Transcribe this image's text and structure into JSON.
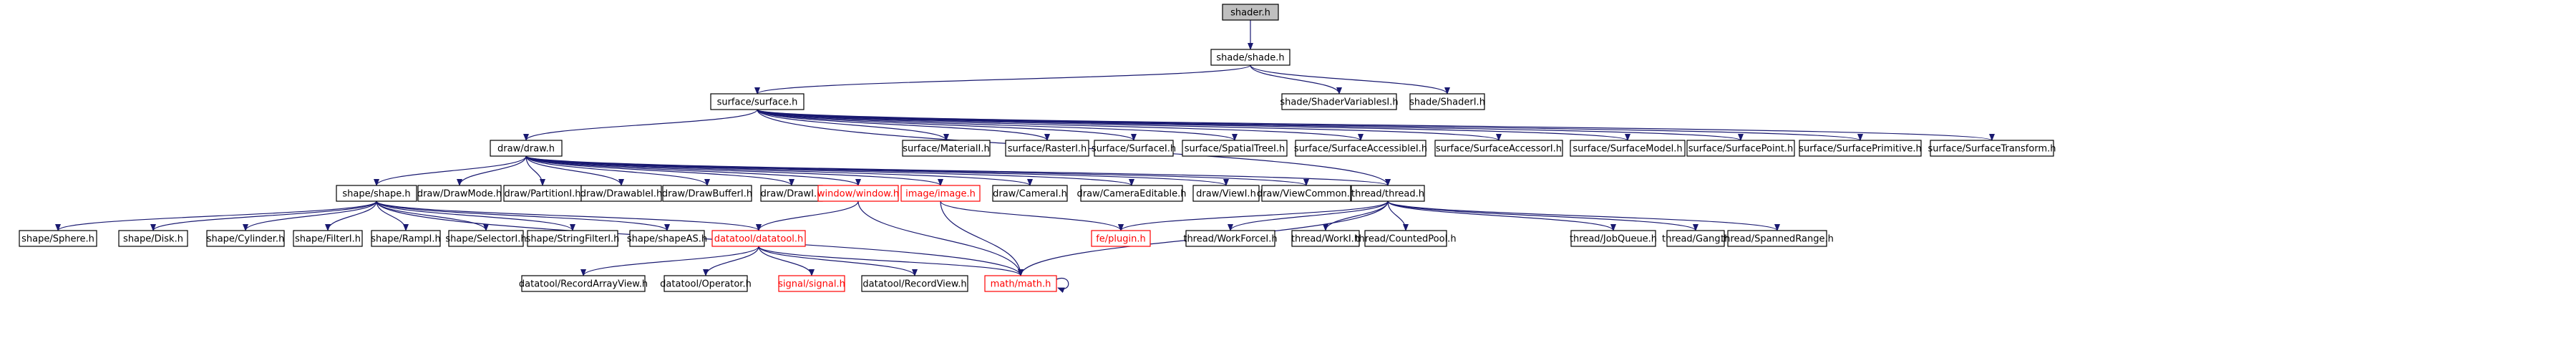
{
  "diagram": {
    "colors": {
      "edge": "#191970",
      "box_stroke": "#000000",
      "box_fill": "#ffffff",
      "root_fill": "#bfbfbf",
      "red_text": "#ff0000",
      "red_stroke": "#ff0000"
    },
    "nodes": [
      {
        "id": "n1",
        "label": "shader.h",
        "style": "root"
      },
      {
        "id": "n2",
        "label": "shade/shade.h"
      },
      {
        "id": "n3",
        "label": "shade/ShaderVariablesI.h"
      },
      {
        "id": "n4",
        "label": "shade/ShaderI.h"
      },
      {
        "id": "n5",
        "label": "surface/surface.h"
      },
      {
        "id": "n6",
        "label": "draw/draw.h"
      },
      {
        "id": "n7",
        "label": "surface/MaterialI.h"
      },
      {
        "id": "n8",
        "label": "surface/RasterI.h"
      },
      {
        "id": "n9",
        "label": "surface/SurfaceI.h"
      },
      {
        "id": "n10",
        "label": "surface/SpatialTreeI.h"
      },
      {
        "id": "n11",
        "label": "surface/SurfaceAccessibleI.h"
      },
      {
        "id": "n12",
        "label": "surface/SurfaceAccessorI.h"
      },
      {
        "id": "n13",
        "label": "surface/SurfaceModel.h"
      },
      {
        "id": "n14",
        "label": "surface/SurfacePoint.h"
      },
      {
        "id": "n15",
        "label": "surface/SurfacePrimitive.h"
      },
      {
        "id": "n16",
        "label": "surface/SurfaceTransform.h"
      },
      {
        "id": "n17",
        "label": "shape/shape.h"
      },
      {
        "id": "n18",
        "label": "draw/DrawMode.h"
      },
      {
        "id": "n19",
        "label": "draw/PartitionI.h"
      },
      {
        "id": "n20",
        "label": "draw/DrawableI.h"
      },
      {
        "id": "n21",
        "label": "draw/DrawBufferI.h"
      },
      {
        "id": "n22",
        "label": "draw/DrawI.h"
      },
      {
        "id": "n23",
        "label": "window/window.h",
        "style": "red"
      },
      {
        "id": "n24",
        "label": "image/image.h",
        "style": "red"
      },
      {
        "id": "n25",
        "label": "draw/CameraI.h"
      },
      {
        "id": "n26",
        "label": "draw/CameraEditable.h"
      },
      {
        "id": "n27",
        "label": "draw/ViewI.h"
      },
      {
        "id": "n28",
        "label": "draw/ViewCommon.h"
      },
      {
        "id": "n29",
        "label": "thread/thread.h"
      },
      {
        "id": "n30",
        "label": "shape/Sphere.h"
      },
      {
        "id": "n31",
        "label": "shape/Disk.h"
      },
      {
        "id": "n32",
        "label": "shape/Cylinder.h"
      },
      {
        "id": "n33",
        "label": "shape/FilterI.h"
      },
      {
        "id": "n34",
        "label": "shape/RampI.h"
      },
      {
        "id": "n35",
        "label": "shape/SelectorI.h"
      },
      {
        "id": "n36",
        "label": "shape/StringFilterI.h"
      },
      {
        "id": "n37",
        "label": "shape/shapeAS.h"
      },
      {
        "id": "n38",
        "label": "datatool/datatool.h",
        "style": "red"
      },
      {
        "id": "n39",
        "label": "fe/plugin.h",
        "style": "red"
      },
      {
        "id": "n40",
        "label": "thread/WorkForceI.h"
      },
      {
        "id": "n41",
        "label": "thread/WorkI.h"
      },
      {
        "id": "n42",
        "label": "thread/CountedPool.h"
      },
      {
        "id": "n43",
        "label": "thread/JobQueue.h"
      },
      {
        "id": "n44",
        "label": "thread/Gang.h"
      },
      {
        "id": "n45",
        "label": "thread/SpannedRange.h"
      },
      {
        "id": "n46",
        "label": "datatool/RecordArrayView.h"
      },
      {
        "id": "n47",
        "label": "datatool/Operator.h"
      },
      {
        "id": "n48",
        "label": "signal/signal.h",
        "style": "red"
      },
      {
        "id": "n49",
        "label": "datatool/RecordView.h"
      },
      {
        "id": "n50",
        "label": "math/math.h",
        "style": "red"
      }
    ],
    "edges": [
      [
        "n1",
        "n2"
      ],
      [
        "n2",
        "n5"
      ],
      [
        "n2",
        "n3"
      ],
      [
        "n2",
        "n4"
      ],
      [
        "n5",
        "n6"
      ],
      [
        "n5",
        "n7"
      ],
      [
        "n5",
        "n8"
      ],
      [
        "n5",
        "n9"
      ],
      [
        "n5",
        "n10"
      ],
      [
        "n5",
        "n11"
      ],
      [
        "n5",
        "n12"
      ],
      [
        "n5",
        "n13"
      ],
      [
        "n5",
        "n14"
      ],
      [
        "n5",
        "n15"
      ],
      [
        "n5",
        "n16"
      ],
      [
        "n5",
        "n29"
      ],
      [
        "n6",
        "n17"
      ],
      [
        "n6",
        "n18"
      ],
      [
        "n6",
        "n19"
      ],
      [
        "n6",
        "n20"
      ],
      [
        "n6",
        "n21"
      ],
      [
        "n6",
        "n22"
      ],
      [
        "n6",
        "n23"
      ],
      [
        "n6",
        "n24"
      ],
      [
        "n6",
        "n25"
      ],
      [
        "n6",
        "n26"
      ],
      [
        "n6",
        "n27"
      ],
      [
        "n6",
        "n28"
      ],
      [
        "n6",
        "n29"
      ],
      [
        "n17",
        "n30"
      ],
      [
        "n17",
        "n31"
      ],
      [
        "n17",
        "n32"
      ],
      [
        "n17",
        "n33"
      ],
      [
        "n17",
        "n34"
      ],
      [
        "n17",
        "n35"
      ],
      [
        "n17",
        "n36"
      ],
      [
        "n17",
        "n37"
      ],
      [
        "n17",
        "n38"
      ],
      [
        "n17",
        "n50"
      ],
      [
        "n23",
        "n38"
      ],
      [
        "n23",
        "n50"
      ],
      [
        "n24",
        "n39"
      ],
      [
        "n24",
        "n50"
      ],
      [
        "n29",
        "n39"
      ],
      [
        "n29",
        "n40"
      ],
      [
        "n29",
        "n41"
      ],
      [
        "n29",
        "n42"
      ],
      [
        "n29",
        "n43"
      ],
      [
        "n29",
        "n44"
      ],
      [
        "n29",
        "n45"
      ],
      [
        "n29",
        "n50"
      ],
      [
        "n38",
        "n46"
      ],
      [
        "n38",
        "n47"
      ],
      [
        "n38",
        "n48"
      ],
      [
        "n38",
        "n49"
      ],
      [
        "n38",
        "n50"
      ],
      [
        "n50",
        "n50"
      ]
    ]
  }
}
